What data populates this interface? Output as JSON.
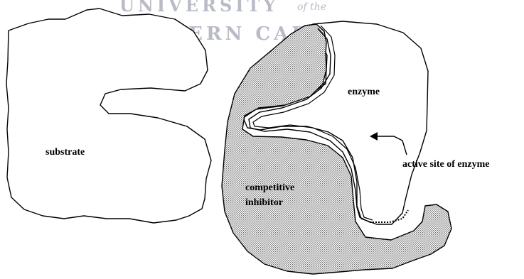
{
  "watermark": {
    "line1": "UNIVERSITY",
    "line1_suffix": "of the",
    "line2": "WESTERN CAPE"
  },
  "labels": {
    "substrate": "substrate",
    "enzyme": "enzyme",
    "active_site": "active site of enzyme",
    "inhibitor_line1": "competitive",
    "inhibitor_line2": "inhibitor"
  },
  "colors": {
    "outline": "#000000",
    "shading": "#8f8f8f",
    "watermark": "#b9bcc7"
  }
}
